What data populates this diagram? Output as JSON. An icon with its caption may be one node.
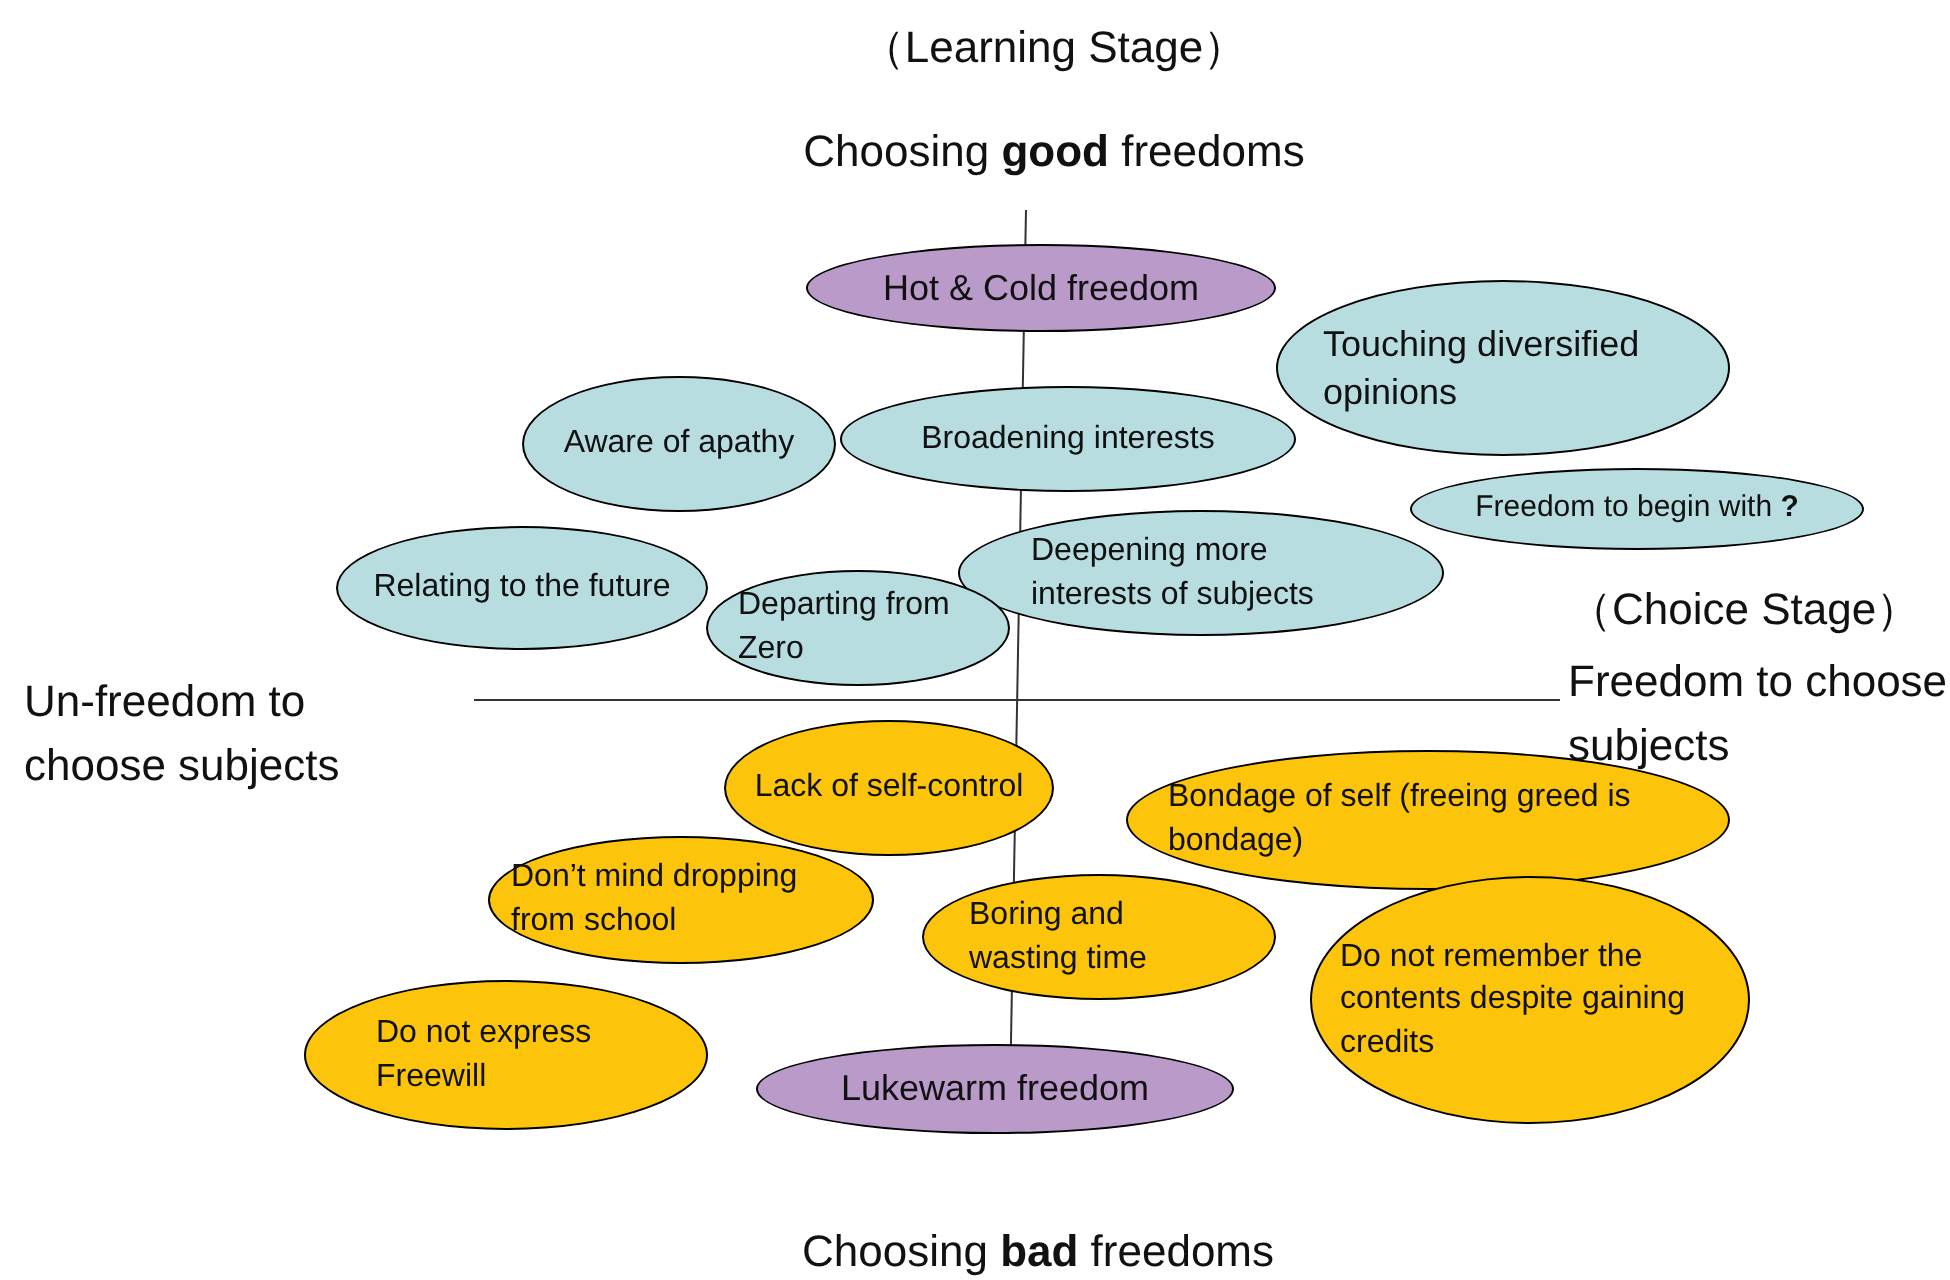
{
  "diagram": {
    "nodes": [
      {
        "text": [
          "Hot & Cold  freedom"
        ]
      },
      {
        "text": [
          "Touching diversified opinions"
        ]
      },
      {
        "text": [
          "Aware of apathy"
        ]
      },
      {
        "text": [
          "Broadening interests"
        ]
      },
      {
        "text": [
          "Freedom to begin with **?**"
        ]
      },
      {
        "text": [
          "Relating to the future"
        ]
      },
      {
        "text": [
          "Deepening more interests of subjects"
        ]
      },
      {
        "text": [
          "Departing from Zero"
        ]
      },
      {
        "text": [
          "Lack of self-control"
        ]
      },
      {
        "text": [
          "Bondage of self (freeing greed  is bondage)"
        ]
      },
      {
        "text": [
          "Don’t mind dropping from school"
        ]
      },
      {
        "text": [
          "Boring and wasting time"
        ]
      },
      {
        "text": [
          "Do not remember the contents despite gaining credits"
        ]
      },
      {
        "text": [
          "Do not express Freewill"
        ]
      },
      {
        "text": [
          "Lukewarm freedom"
        ]
      }
    ],
    "edges": [],
    "labels": [
      "（Learning Stage）",
      "Choosing **good**  freedoms",
      "（Choice Stage）",
      "Freedom to choose subjects",
      "Un-freedom to choose subjects",
      "Choosing **bad**  freedoms"
    ]
  }
}
